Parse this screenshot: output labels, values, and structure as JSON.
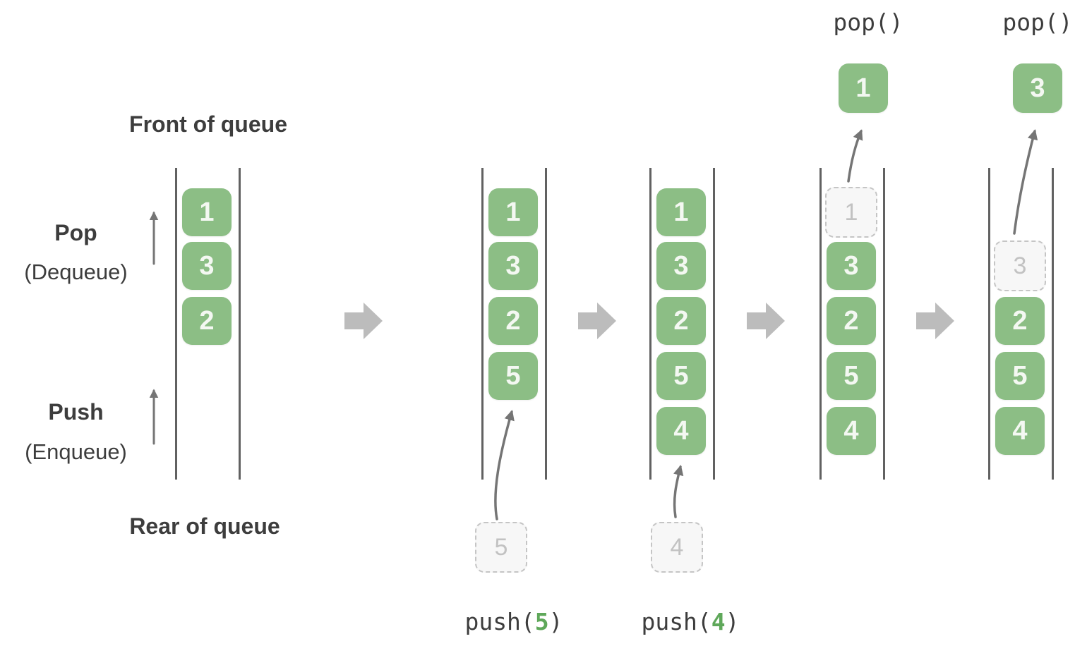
{
  "legend": {
    "front_label": "Front of queue",
    "rear_label": "Rear of queue",
    "pop_title": "Pop",
    "pop_subtitle": "(Dequeue)",
    "push_title": "Push",
    "push_subtitle": "(Enqueue)"
  },
  "stages": [
    {
      "cells": [
        "1",
        "3",
        "2"
      ]
    },
    {
      "cells": [
        "1",
        "3",
        "2",
        "5"
      ],
      "staged_value": "5",
      "operation": {
        "fn": "push(",
        "arg": "5",
        "close": ")"
      }
    },
    {
      "cells": [
        "1",
        "3",
        "2",
        "5",
        "4"
      ],
      "staged_value": "4",
      "operation": {
        "fn": "push(",
        "arg": "4",
        "close": ")"
      }
    },
    {
      "ghost_value": "1",
      "cells": [
        "3",
        "2",
        "5",
        "4"
      ],
      "popped_value": "1",
      "operation_label": "pop()"
    },
    {
      "ghost_value": "3",
      "cells": [
        "2",
        "5",
        "4"
      ],
      "popped_value": "3",
      "operation_label": "pop()"
    }
  ],
  "colors": {
    "item_green": "#8cbe85",
    "item_text": "#f4f8f2",
    "ghost_fill": "#f7f7f7",
    "ghost_border": "#c5c5c5",
    "ghost_text": "#c2c2c2",
    "label_dark": "#3d3d3d",
    "call_arg_green": "#5fa85a",
    "rail_gray": "#616161",
    "block_arrow_gray": "#bcbcbc",
    "flow_arrow_gray": "#757575"
  }
}
